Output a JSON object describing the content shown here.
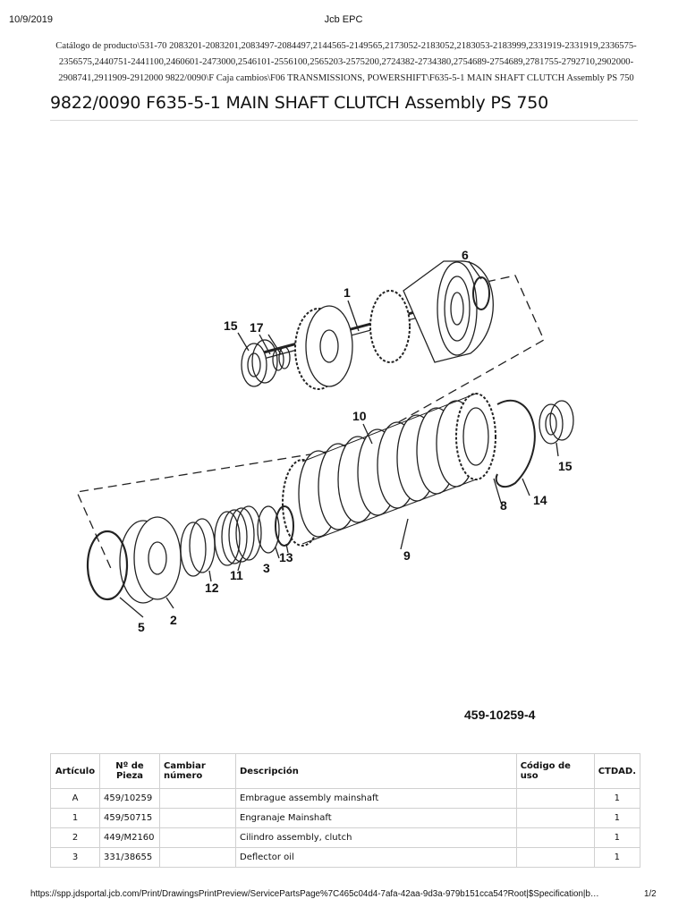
{
  "header": {
    "date": "10/9/2019",
    "app_title": "Jcb EPC"
  },
  "breadcrumb": "Catálogo de producto\\531-70 2083201-2083201,2083497-2084497,2144565-2149565,2173052-2183052,2183053-2183999,2331919-2331919,2336575-2356575,2440751-2441100,2460601-2473000,2546101-2556100,2565203-2575200,2724382-2734380,2754689-2754689,2781755-2792710,2902000-2908741,2911909-2912000 9822/0090\\F Caja cambios\\F06 TRANSMISSIONS, POWERSHIFT\\F635-5-1 MAIN SHAFT CLUTCH Assembly PS 750",
  "page_title": "9822/0090 F635-5-1 MAIN SHAFT CLUTCH Assembly PS 750",
  "drawing": {
    "code": "459-10259-4",
    "callouts": [
      "1",
      "2",
      "3",
      "5",
      "6",
      "8",
      "9",
      "10",
      "11",
      "12",
      "13",
      "14",
      "15",
      "15",
      "17"
    ]
  },
  "parts_table": {
    "headers": {
      "articulo": "Artículo",
      "pieza": "Nº de Pieza",
      "cambiar": "Cambiar número",
      "descripcion": "Descripción",
      "codigo": "Código de uso",
      "cantidad": "CTDAD."
    },
    "rows": [
      {
        "articulo": "A",
        "pieza": "459/10259",
        "cambiar": "",
        "descripcion": "Embrague assembly mainshaft",
        "codigo": "",
        "cantidad": "1"
      },
      {
        "articulo": "1",
        "pieza": "459/50715",
        "cambiar": "",
        "descripcion": "Engranaje Mainshaft",
        "codigo": "",
        "cantidad": "1"
      },
      {
        "articulo": "2",
        "pieza": "449/M2160",
        "cambiar": "",
        "descripcion": "Cilindro assembly, clutch",
        "codigo": "",
        "cantidad": "1"
      },
      {
        "articulo": "3",
        "pieza": "331/38655",
        "cambiar": "",
        "descripcion": "Deflector oil",
        "codigo": "",
        "cantidad": "1"
      }
    ]
  },
  "footer": {
    "url": "https://spp.jdsportal.jcb.com/Print/DrawingsPrintPreview/ServicePartsPage%7C465c04d4-7afa-42aa-9d3a-979b151cca54?Root|$Specification|b…",
    "page": "1/2"
  }
}
